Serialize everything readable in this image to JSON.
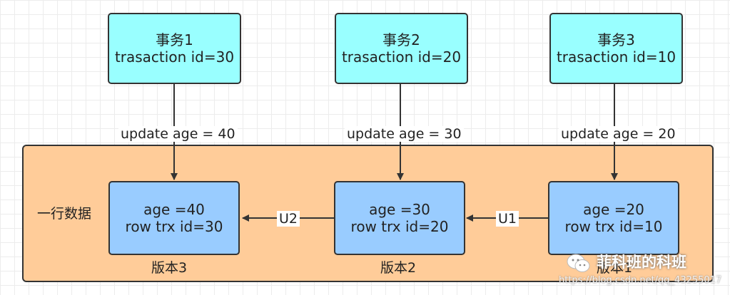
{
  "transactions": [
    {
      "title": "事务1",
      "tx_id": "trasaction id=30",
      "update": "update age = 40"
    },
    {
      "title": "事务2",
      "tx_id": "trasaction id=20",
      "update": "update age = 30"
    },
    {
      "title": "事务3",
      "tx_id": "trasaction id=10",
      "update": "update age = 20"
    }
  ],
  "row_label": "一行数据",
  "versions": [
    {
      "age": "age =40",
      "trx": "row trx  id=30",
      "label": "版本3"
    },
    {
      "age": "age =30",
      "trx": "row trx  id=20",
      "label": "版本2"
    },
    {
      "age": "age =20",
      "trx": "row trx  id=10",
      "label": "版本1"
    }
  ],
  "edges": [
    "U2",
    "U1"
  ],
  "watermark": {
    "name": "菲科班的科班",
    "url": "https://blog.csdn.net/qq_43255017"
  },
  "colors": {
    "transaction_fill": "#99ffff",
    "version_fill": "#99ccff",
    "container_fill": "#ffcc99",
    "stroke": "#333333"
  }
}
